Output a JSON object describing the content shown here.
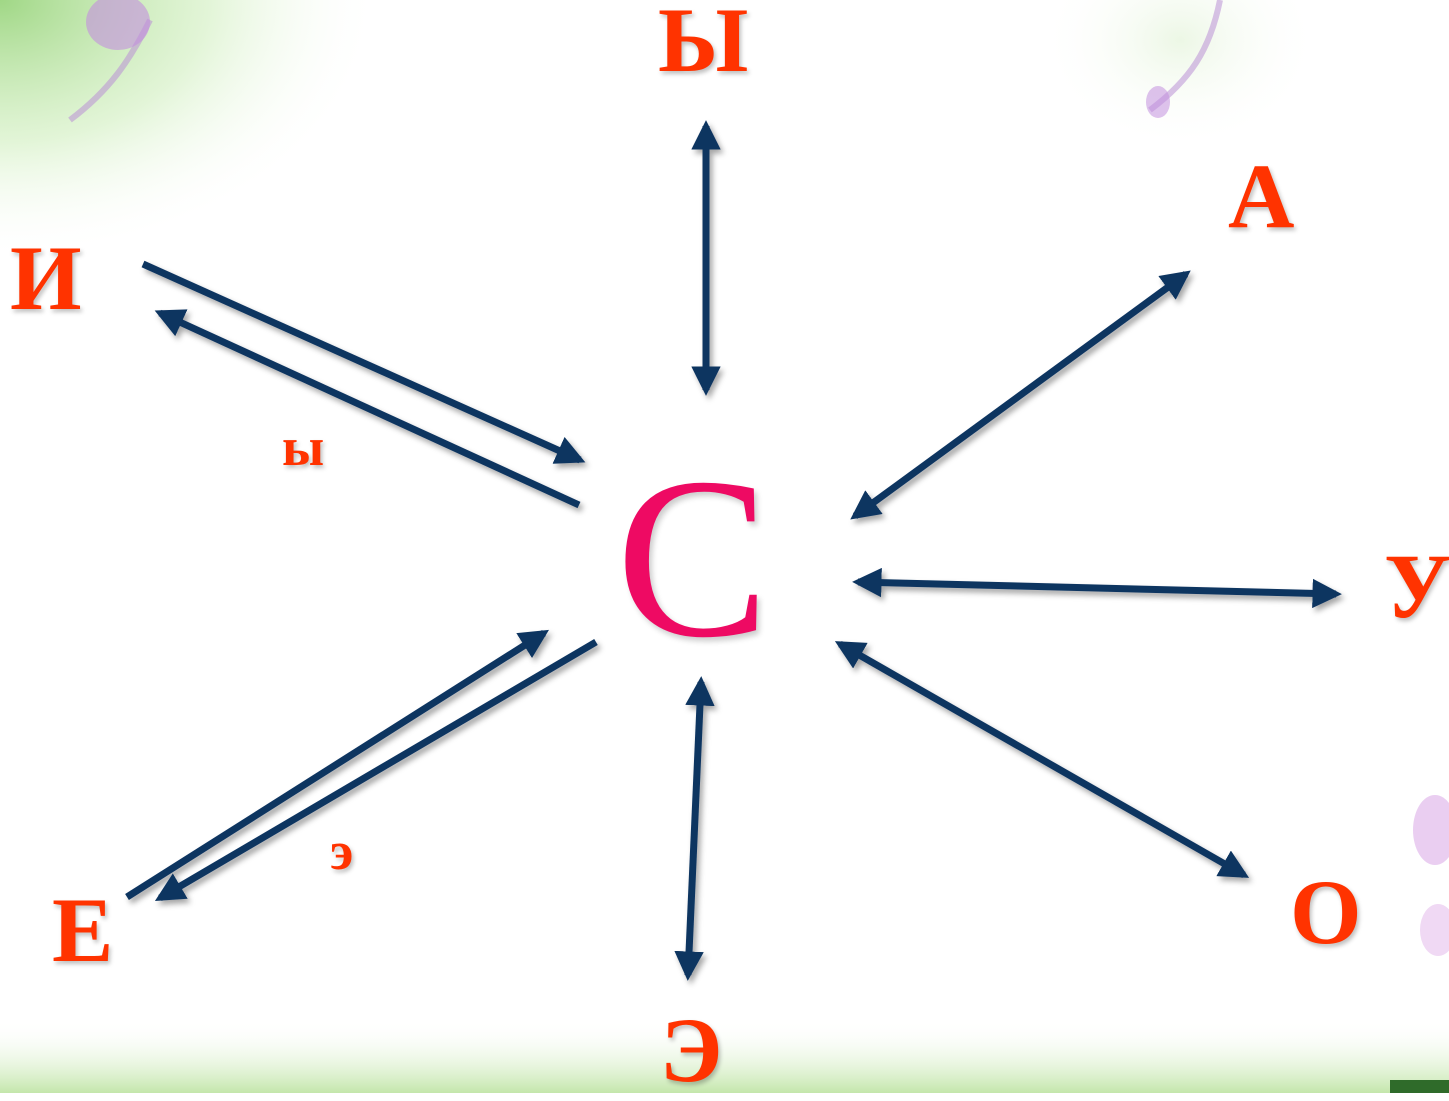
{
  "diagram": {
    "center_letter": "С",
    "vowels": {
      "top": "Ы",
      "upper_right": "А",
      "right": "У",
      "lower_right": "О",
      "bottom": "Э",
      "lower_left": "Е",
      "upper_left": "И"
    },
    "notes": {
      "upper_left_note": "ы",
      "lower_left_note": "э"
    }
  },
  "colors": {
    "letters": "#ff3300",
    "center_letter": "#ee0a63",
    "arrows": "#0d3461",
    "background_tint": "#b6e29a",
    "decoration_flower": "#c38fde"
  }
}
